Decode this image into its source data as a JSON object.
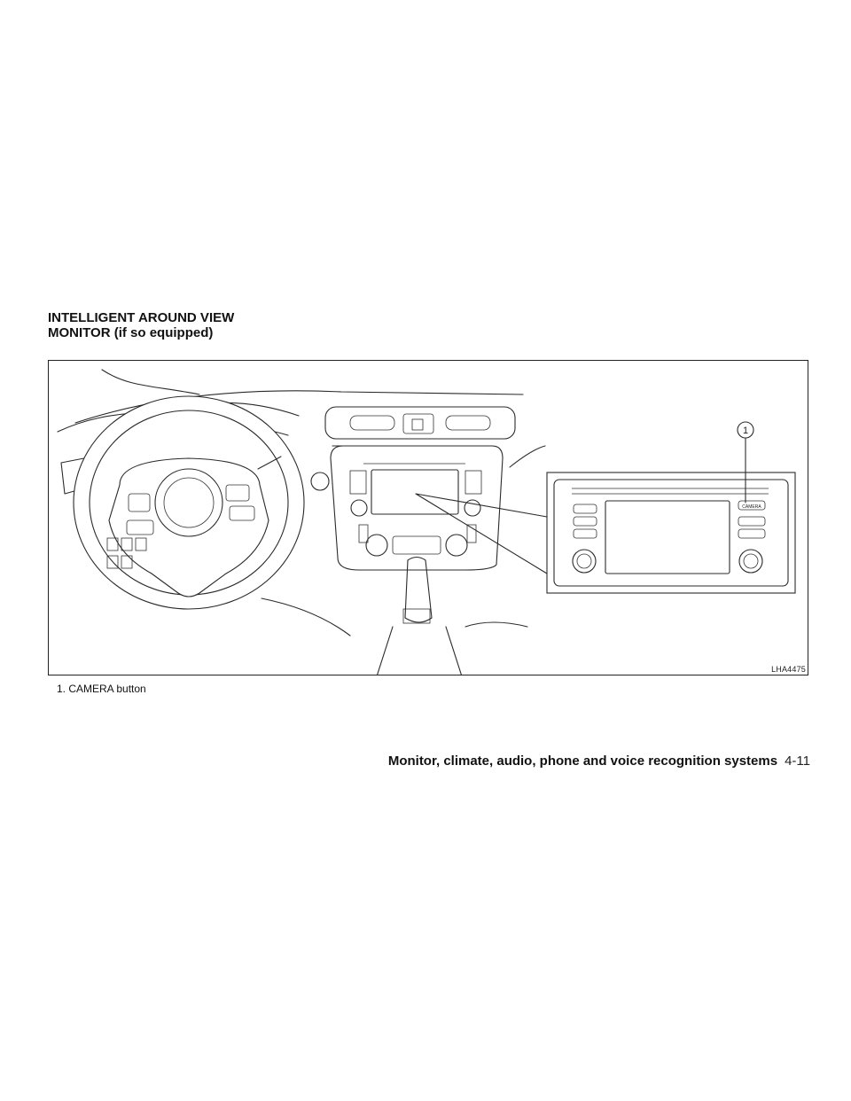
{
  "section_title": {
    "line1": "INTELLIGENT AROUND VIEW",
    "line2": "MONITOR (if so equipped)"
  },
  "figure": {
    "code": "LHA4475",
    "callout_number": "1",
    "button_label": "CAMERA"
  },
  "caption": "1.  CAMERA button",
  "footer": {
    "section": "Monitor, climate, audio, phone and voice recognition systems",
    "page": "4-11"
  }
}
